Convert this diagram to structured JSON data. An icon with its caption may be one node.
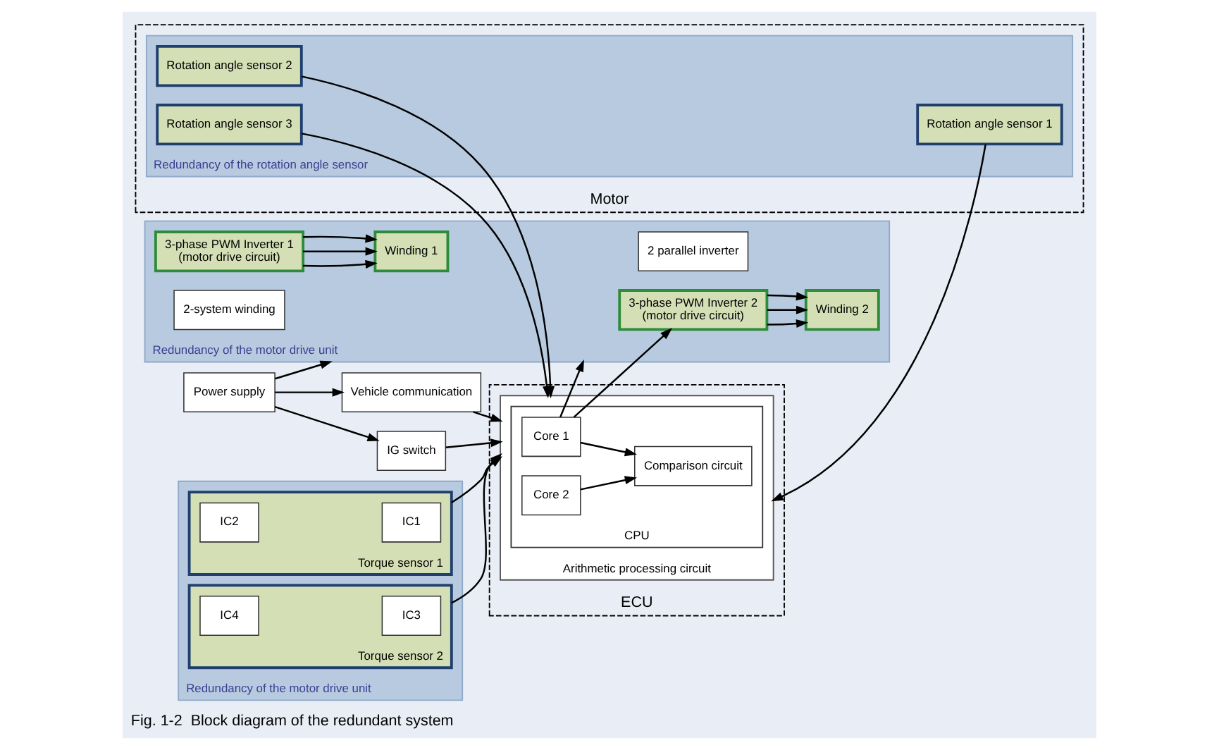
{
  "diagram": {
    "caption": "Fig. 1-2  Block diagram of the redundant system",
    "nodes": [
      {
        "text": [
          "ECU"
        ]
      },
      {
        "text": [
          "Motor"
        ]
      },
      {
        "text": [
          "Power supply"
        ]
      },
      {
        "text": [
          "IG switch"
        ]
      },
      {
        "text": [
          "Vehicle communication"
        ]
      },
      {
        "text": [
          "Redundancy of the motor drive unit"
        ]
      },
      {
        "text": [
          "Torque sensor 1"
        ],
        "in": 5
      },
      {
        "text": [
          "IC1"
        ],
        "in": 6
      },
      {
        "text": [
          "IC2"
        ],
        "in": 6
      },
      {
        "text": [
          "Torque sensor 2"
        ],
        "in": 5
      },
      {
        "text": [
          "IC3"
        ],
        "in": 9
      },
      {
        "text": [
          "IC4"
        ],
        "in": 9
      },
      {
        "text": [
          "Arithmetic processing circuit"
        ],
        "in": 0
      },
      {
        "text": [
          "CPU"
        ],
        "in": 12
      },
      {
        "text": [
          "Core 1"
        ],
        "in": 13
      },
      {
        "text": [
          "Core 2"
        ],
        "in": 13
      },
      {
        "text": [
          "Comparison circuit"
        ],
        "in": 13
      },
      {
        "text": [
          "Redundancy of the motor drive unit"
        ]
      },
      {
        "text": [
          "2 parallel inverter"
        ],
        "in": 17
      },
      {
        "text": [
          "3-phase PWM Inverter 1",
          "(motor drive circuit)"
        ],
        "in": 17
      },
      {
        "text": [
          "3-phase PWM Inverter 2",
          "(motor drive circuit)"
        ],
        "in": 17
      },
      {
        "text": [
          "2-system winding"
        ],
        "in": 17
      },
      {
        "text": [
          "Winding 1"
        ],
        "in": 17
      },
      {
        "text": [
          "Winding 2"
        ],
        "in": 17
      },
      {
        "text": [
          "Redundancy of the rotation angle sensor"
        ],
        "in": 1
      },
      {
        "text": [
          "Rotation angle sensor 1"
        ],
        "in": 24
      },
      {
        "text": [
          "Rotation angle sensor 2"
        ],
        "in": 24
      },
      {
        "text": [
          "Rotation angle sensor 3"
        ],
        "in": 24
      }
    ],
    "edges": [
      {
        "from": 2,
        "to": 17,
        "arrow": "to"
      },
      {
        "from": 2,
        "to": 3,
        "arrow": "to"
      },
      {
        "from": 2,
        "to": 4,
        "arrow": "to"
      },
      {
        "from": 3,
        "to": 12,
        "arrow": "to"
      },
      {
        "from": 4,
        "to": 12,
        "arrow": "to"
      },
      {
        "from": 6,
        "to": 12,
        "arrow": "to"
      },
      {
        "from": 9,
        "to": 12,
        "arrow": "to"
      },
      {
        "from": 14,
        "to": 17,
        "arrow": "to"
      },
      {
        "from": 14,
        "to": 20,
        "arrow": "to"
      },
      {
        "from": 14,
        "to": 16,
        "arrow": "to"
      },
      {
        "from": 15,
        "to": 16,
        "arrow": "to"
      },
      {
        "from": 19,
        "to": 22,
        "arrow": "to"
      },
      {
        "from": 19,
        "to": 22,
        "arrow": "to"
      },
      {
        "from": 19,
        "to": 22,
        "arrow": "to"
      },
      {
        "from": 20,
        "to": 23,
        "arrow": "to"
      },
      {
        "from": 20,
        "to": 23,
        "arrow": "to"
      },
      {
        "from": 20,
        "to": 23,
        "arrow": "to"
      },
      {
        "from": 25,
        "to": 12,
        "arrow": "to"
      },
      {
        "from": 26,
        "to": 12,
        "arrow": "to"
      },
      {
        "from": 27,
        "to": 12,
        "arrow": "to"
      }
    ]
  }
}
